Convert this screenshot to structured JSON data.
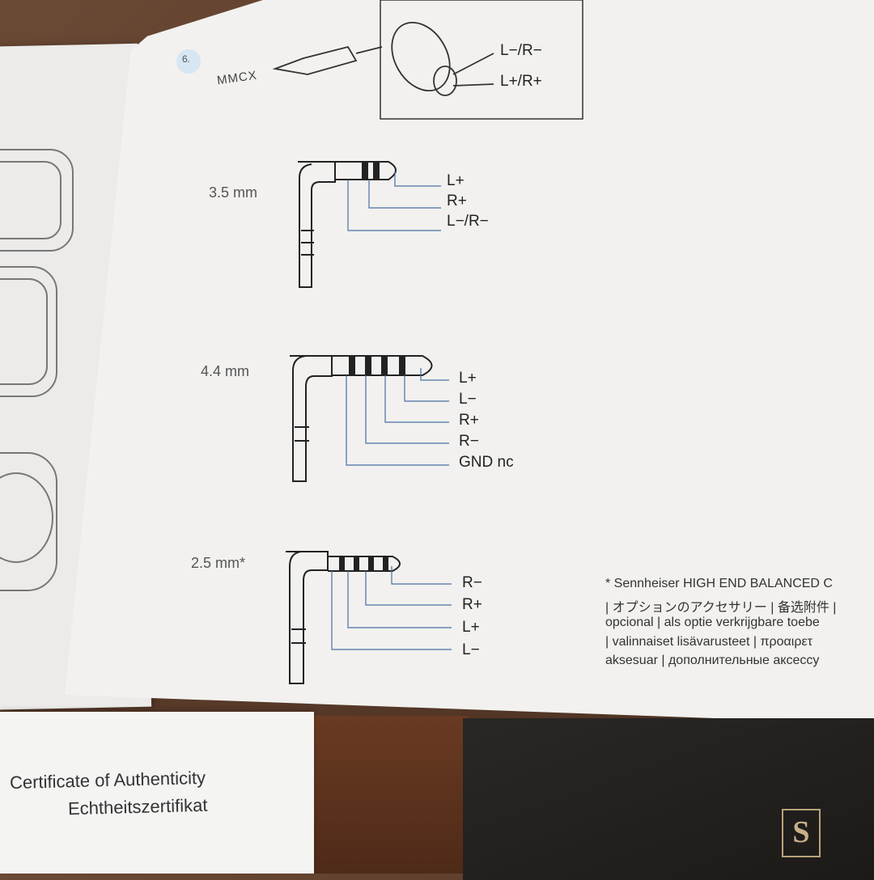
{
  "step_number": "6.",
  "mmcx": {
    "label": "MMCX",
    "pins": [
      "L−/R−",
      "L+/R+"
    ]
  },
  "plugs": [
    {
      "size": "3.5 mm",
      "pins": [
        "L+",
        "R+",
        "L−/R−"
      ]
    },
    {
      "size": "4.4 mm",
      "pins": [
        "L+",
        "L−",
        "R+",
        "R−",
        "GND nc"
      ]
    },
    {
      "size": "2.5 mm*",
      "pins": [
        "R−",
        "R+",
        "L+",
        "L−"
      ]
    }
  ],
  "footnote": [
    "* Sennheiser HIGH END BALANCED C",
    "| オプションのアクセサリー | 备选附件 |",
    "opcional | als optie verkrijgbare toebe",
    "| valinnaiset lisävarusteet | προαιρετ",
    "aksesuar | дополнительные аксессу"
  ],
  "certificate": {
    "title_en": "Certificate of Authenticity",
    "title_de": "Echtheitszertifikat"
  },
  "brand_logo": "S",
  "colors": {
    "paper": "#f2f1ef",
    "ink": "#222222",
    "step_badge": "#d6e6f3",
    "box_gold": "#b9a27a"
  }
}
